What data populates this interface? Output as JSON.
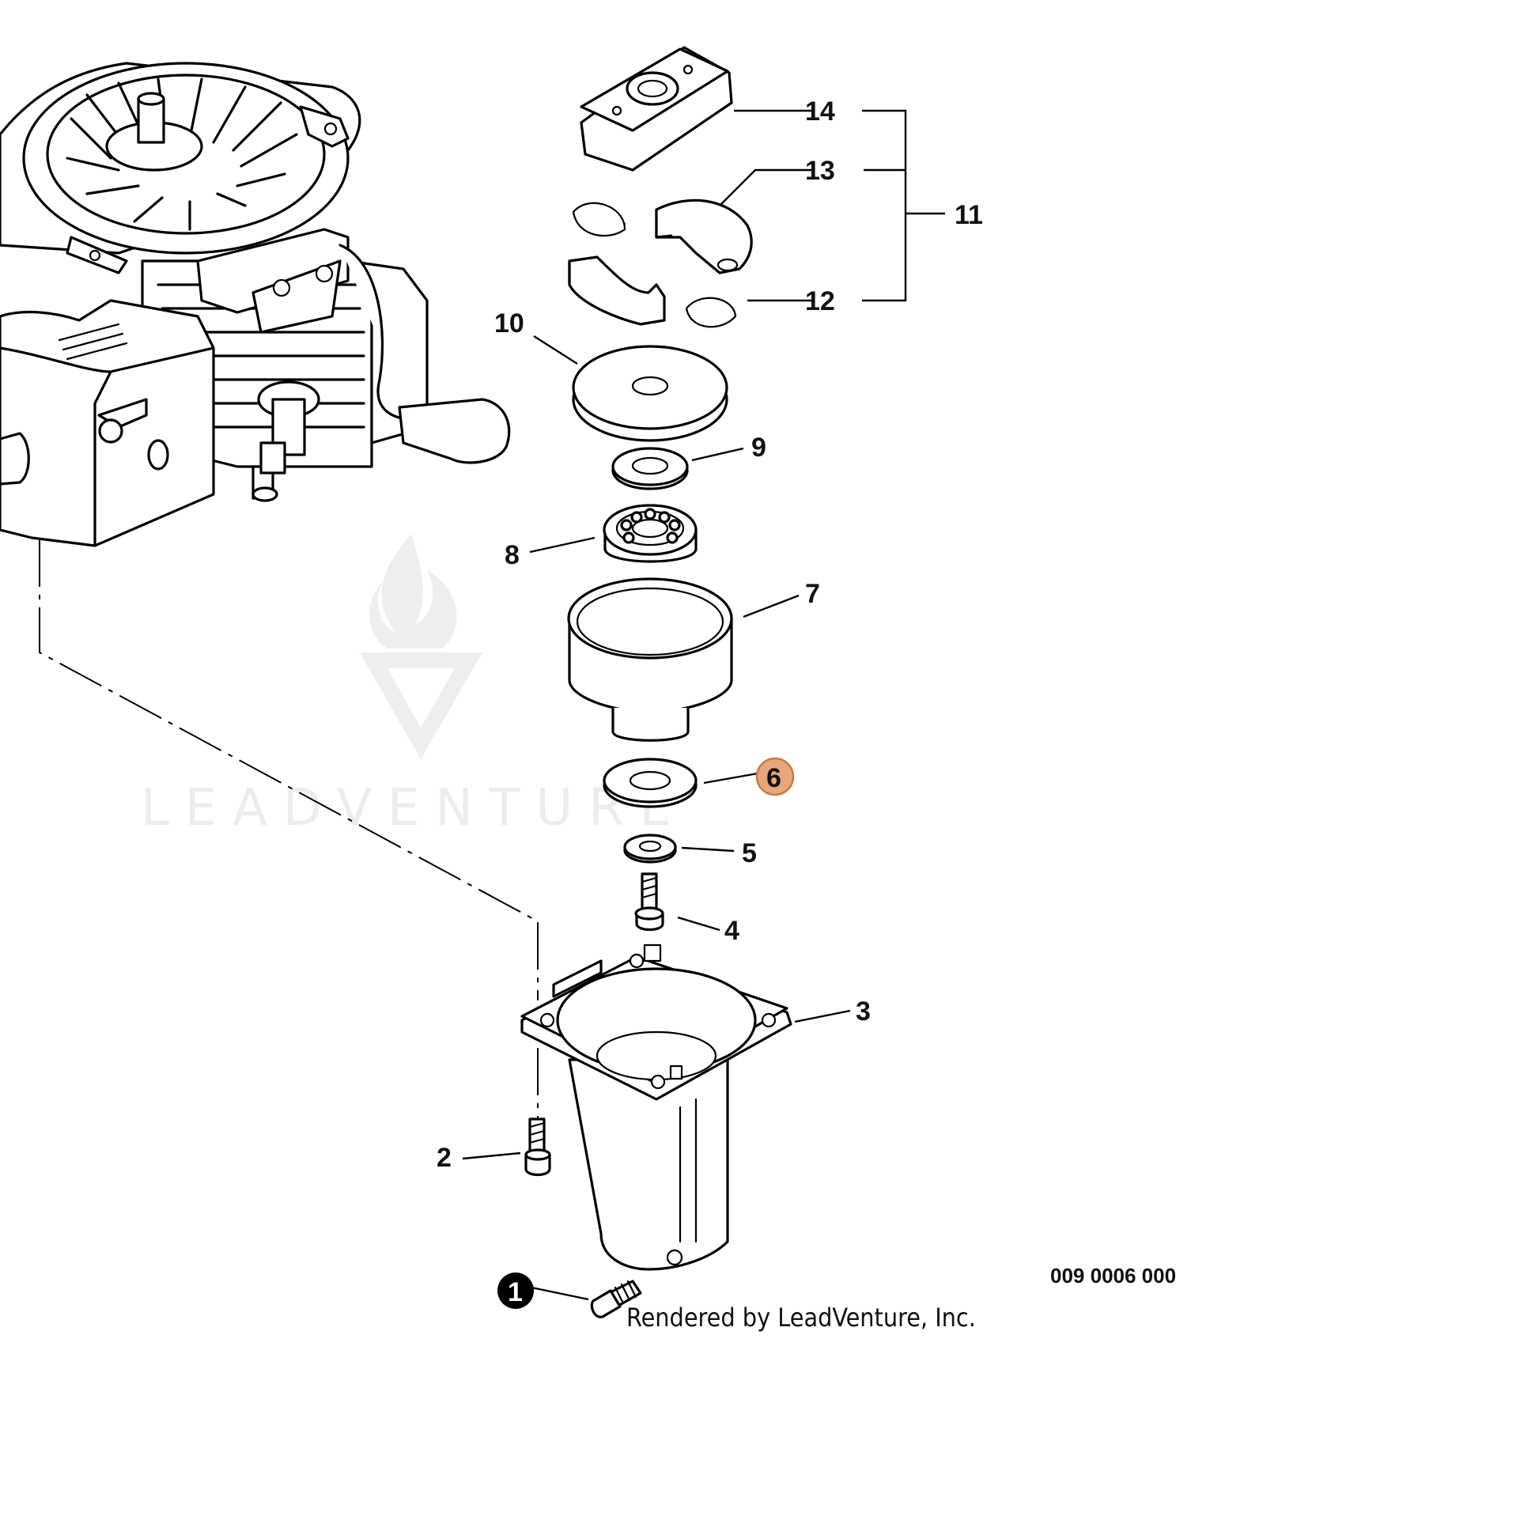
{
  "callouts": {
    "n1": "1",
    "n2": "2",
    "n3": "3",
    "n4": "4",
    "n5": "5",
    "n6": "6",
    "n7": "7",
    "n8": "8",
    "n9": "9",
    "n10": "10",
    "n11": "11",
    "n12": "12",
    "n13": "13",
    "n14": "14"
  },
  "highlight": {
    "callout": "6",
    "color": "#e8a77a",
    "border": "#c77a45"
  },
  "badge": {
    "callout": "1",
    "color": "#000000"
  },
  "watermark": {
    "text": "LEADVENTURE"
  },
  "footer": {
    "rendered_by": "Rendered by LeadVenture, Inc.",
    "document_number": "009 0006 000"
  }
}
